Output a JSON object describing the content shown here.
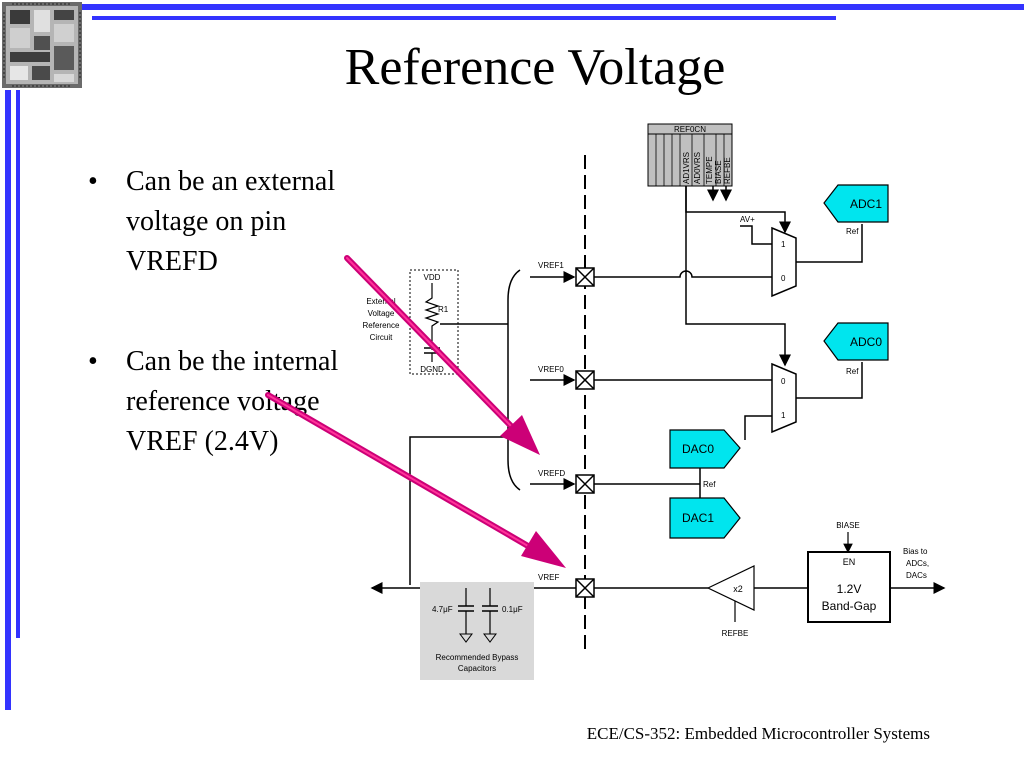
{
  "slide": {
    "title": "Reference Voltage",
    "bullets": [
      {
        "marker": "•",
        "text": "Can be an external voltage on pin VREFD"
      },
      {
        "marker": "•",
        "text": "Can be the internal reference voltage VREF (2.4V)"
      }
    ],
    "footer": "ECE/CS-352: Embedded Microcontroller Systems"
  },
  "diagram": {
    "register_name": "REF0CN",
    "register_bits": [
      "AD1VRS",
      "AD0VRS",
      "TEMPE",
      "BIASE",
      "REFBE"
    ],
    "external_circuit_label": [
      "External",
      "Voltage",
      "Reference",
      "Circuit"
    ],
    "vdd_label": "VDD",
    "r1_label": "R1",
    "dgnd_label": "DGND",
    "pin_labels": {
      "vref1": "VREF1",
      "vref0": "VREF0",
      "vrefd": "VREFD",
      "vref": "VREF"
    },
    "avplus_label": "AV+",
    "mux_inputs_top": [
      "1",
      "0"
    ],
    "mux_inputs_bottom": [
      "0",
      "1"
    ],
    "adc1_label": "ADC1",
    "adc0_label": "ADC0",
    "dac0_label": "DAC0",
    "dac1_label": "DAC1",
    "ref_label": "Ref",
    "biase_label": "BIASE",
    "bandgap_en_label": "EN",
    "bandgap_value": "1.2V",
    "bandgap_name": "Band-Gap",
    "bias_out_label": [
      "Bias to",
      "ADCs,",
      "DACs"
    ],
    "amp_label": "x2",
    "refbe_label": "REFBE",
    "cap1_label": "4.7μF",
    "cap2_label": "0.1μF",
    "bypass_label": [
      "Recommended Bypass",
      "Capacitors"
    ]
  },
  "colors": {
    "accent_bar": "#3333ff",
    "arrow_magenta": "#cc0077",
    "adc_dac_fill": "#00e5ee",
    "register_fill": "#c0c0c0",
    "bypass_fill": "#d9d9d9"
  }
}
